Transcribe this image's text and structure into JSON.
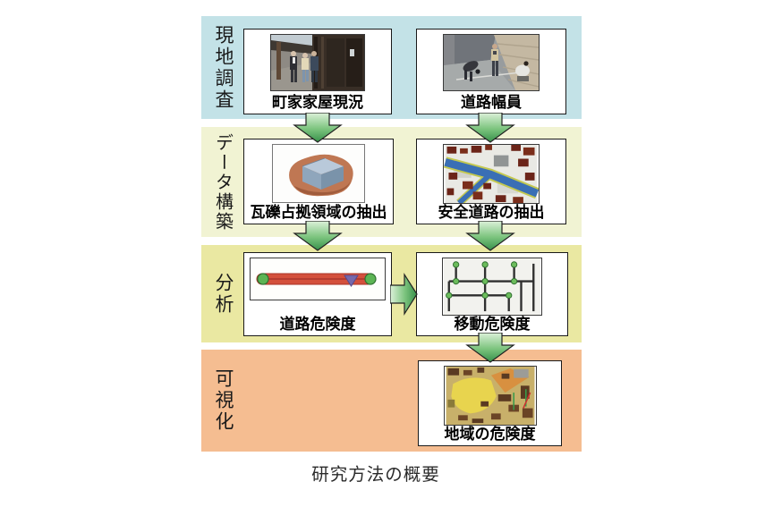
{
  "caption": "研究方法の概要",
  "stages": [
    {
      "label": "現地調査",
      "items": [
        {
          "label": "町家家屋現況",
          "image": "machiya-survey-photo"
        },
        {
          "label": "道路幅員",
          "image": "road-width-measurement-photo"
        }
      ]
    },
    {
      "label": "データ構築",
      "items": [
        {
          "label": "瓦礫占拠領域の抽出",
          "image": "debris-occupied-area-3d"
        },
        {
          "label": "安全道路の抽出",
          "image": "safe-road-extraction-map"
        }
      ]
    },
    {
      "label": "分析",
      "items": [
        {
          "label": "道路危険度",
          "image": "road-risk-segment"
        },
        {
          "label": "移動危険度",
          "image": "movement-risk-network"
        }
      ]
    },
    {
      "label": "可視化",
      "items": [
        {
          "label": "地域の危険度",
          "image": "district-risk-map"
        }
      ]
    }
  ],
  "colors": {
    "stage_survey": "#c3e2e7",
    "stage_data": "#f1f3d3",
    "stage_analysis": "#eae8a2",
    "stage_visualization": "#f5bd91",
    "arrow_green_light": "#ddf1da",
    "arrow_green_dark": "#37904a",
    "box_border": "#1a1a1a",
    "risk_bar_red": "#d4503c",
    "node_green": "#5cb454",
    "marker_purple": "#7668ab",
    "safe_road_blue": "#3a6fb5"
  }
}
